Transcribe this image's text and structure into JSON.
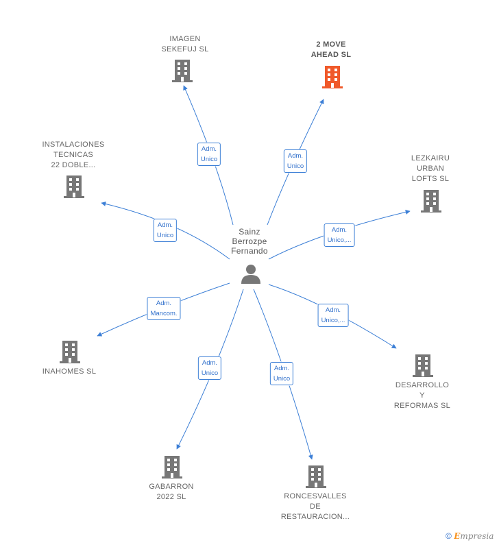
{
  "center": {
    "label": "Sainz\nBerrozpe\nFernando"
  },
  "nodes": [
    {
      "id": "imagen",
      "label": "IMAGEN\nSEKEFUJ  SL",
      "color": "#777777"
    },
    {
      "id": "2move",
      "label": "2 MOVE\nAHEAD  SL",
      "color": "#f0592a"
    },
    {
      "id": "instalaciones",
      "label": "INSTALACIONES\nTECNICAS\n22 DOBLE...",
      "color": "#777777"
    },
    {
      "id": "lezkairu",
      "label": "LEZKAIRU\nURBAN\nLOFTS  SL",
      "color": "#777777"
    },
    {
      "id": "inahomes",
      "label": "INAHOMES  SL",
      "color": "#777777"
    },
    {
      "id": "desarrollo",
      "label": "DESARROLLO\nY\nREFORMAS SL",
      "color": "#777777"
    },
    {
      "id": "gabarron",
      "label": "GABARRON\n2022  SL",
      "color": "#777777"
    },
    {
      "id": "roncesvalles",
      "label": "RONCESVALLES\nDE\nRESTAURACION...",
      "color": "#777777"
    }
  ],
  "edges": [
    {
      "to": "imagen",
      "label": "Adm.\nUnico"
    },
    {
      "to": "2move",
      "label": "Adm.\nUnico"
    },
    {
      "to": "instalaciones",
      "label": "Adm.\nUnico"
    },
    {
      "to": "lezkairu",
      "label": "Adm.\nUnico,..."
    },
    {
      "to": "inahomes",
      "label": "Adm.\nMancom."
    },
    {
      "to": "desarrollo",
      "label": "Adm.\nUnico,..."
    },
    {
      "to": "gabarron",
      "label": "Adm.\nUnico"
    },
    {
      "to": "roncesvalles",
      "label": "Adm.\nUnico"
    }
  ],
  "footer": {
    "copyright": "©",
    "brand_initial": "E",
    "brand_rest": "mpresia"
  },
  "colors": {
    "edge": "#3c7fd6",
    "building": "#777777",
    "highlight": "#f0592a"
  }
}
